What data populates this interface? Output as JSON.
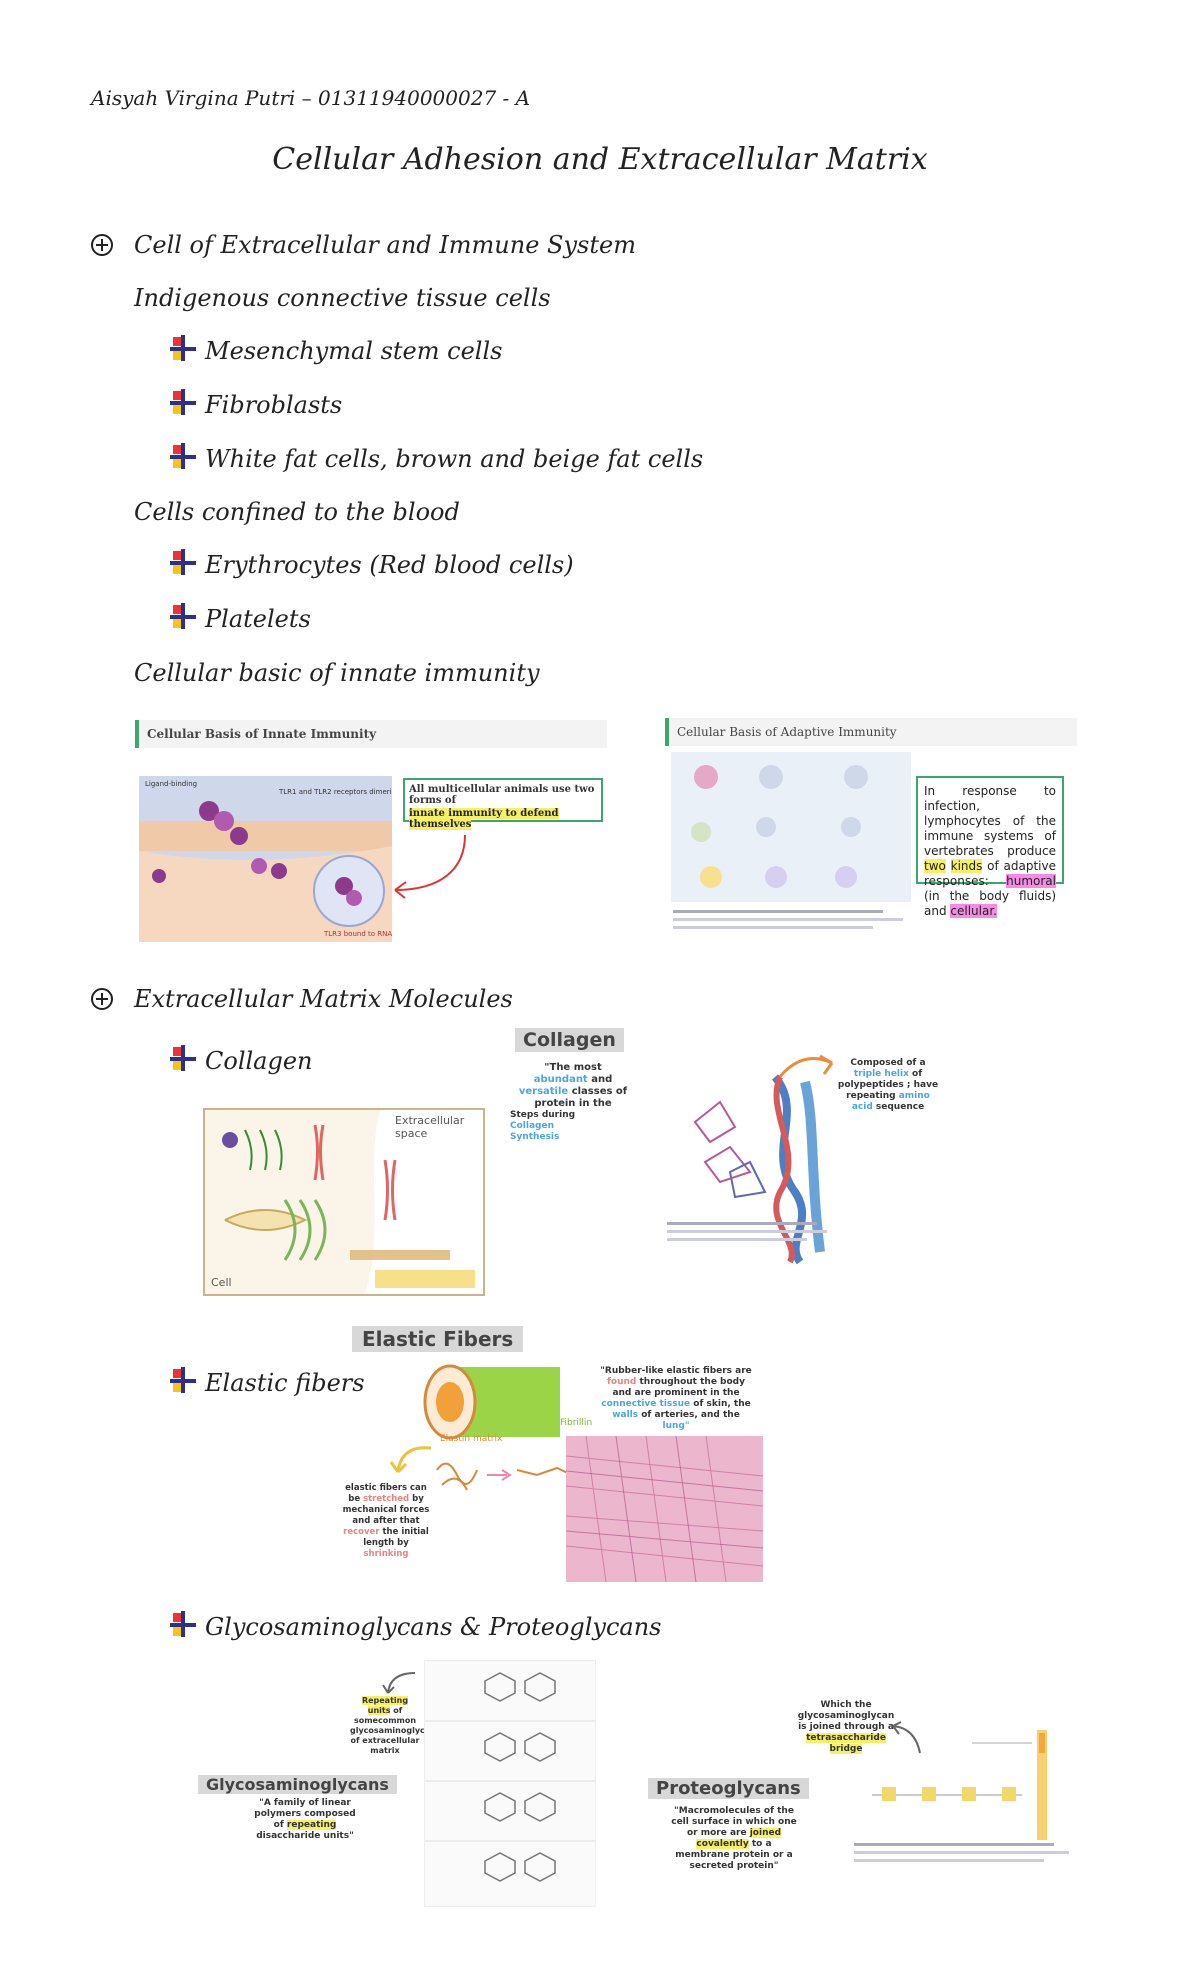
{
  "header": {
    "author": "Aisyah Virgina Putri – 01311940000027 - A",
    "title": "Cellular Adhesion and Extracellular Matrix"
  },
  "section1": {
    "heading": "Cell of Extracellular and Immune System",
    "group1": {
      "label": "Indigenous connective tissue cells",
      "items": [
        "Mesenchymal stem cells",
        "Fibroblasts",
        "White fat cells, brown and beige fat cells"
      ]
    },
    "group2": {
      "label": "Cells confined to the blood",
      "items": [
        "Erythrocytes (Red blood cells)",
        "Platelets"
      ]
    },
    "group3": {
      "label": "Cellular basic of innate immunity"
    },
    "fig_innate": {
      "header": "Cellular Basis of Innate Immunity",
      "callout_a": "All multicellular animals use two forms of",
      "callout_b": "innate immunity to defend themselves"
    },
    "fig_adaptive": {
      "header": "Cellular Basis of Adaptive Immunity",
      "text_a": "In response to infection, lymphocytes of the immune systems of vertebrates produce",
      "text_two": "two",
      "text_kinds": "kinds",
      "text_b": "of adaptive responses:",
      "text_humoral": "humoral",
      "text_c": "(in the body fluids) and",
      "text_cellular": "cellular."
    }
  },
  "section2": {
    "heading": "Extracellular Matrix Molecules",
    "collagen": {
      "label": "Collagen",
      "banner": "Collagen",
      "note1_a": "\"The most",
      "note1_b": "abundant",
      "note1_c": "and",
      "note1_d": "versatile",
      "note1_e": "classes of protein in the",
      "note2_a": "Steps during",
      "note2_b": "Collagen Synthesis",
      "note3_a": "Composed of a",
      "note3_b": "triple helix",
      "note3_c": "of polypeptides ; have repeating",
      "note3_d": "amino acid",
      "note3_e": "sequence",
      "diagram_label": "Extracellular space",
      "cell_label": "Cell"
    },
    "elastic": {
      "label": "Elastic fibers",
      "banner": "Elastic Fibers",
      "note1_a": "\"Rubber-like elastic fibers are",
      "note1_b": "found",
      "note1_c": "throughout the body and are prominent in the",
      "note1_d": "connective tissue",
      "note1_e": "of skin, the",
      "note1_f": "walls",
      "note1_g": "of arteries, and the",
      "note1_h": "lung\"",
      "note2_a": "elastic fibers can be",
      "note2_b": "stretched",
      "note2_c": "by mechanical forces and after that",
      "note2_d": "recover",
      "note2_e": "the initial length by",
      "note2_f": "shrinking",
      "lbl_matrix": "Elastin matrix",
      "lbl_fibrillin": "Fibrillin"
    },
    "gag": {
      "label": "Glycosaminoglycans & Proteoglycans",
      "banner_gag": "Glycosaminoglycans",
      "gag_note_a": "\"A family of linear polymers composed of",
      "gag_note_b": "repeating",
      "gag_note_c": "disaccharide units\"",
      "rep_note_a": "Repeating units",
      "rep_note_b": "of somecommon glycosaminoglycans of extracellular matrix",
      "banner_pg": "Proteoglycans",
      "pg_note_a": "\"Macromolecules of the cell surface in which one or more are",
      "pg_note_b": "joined covalently",
      "pg_note_c": "to a membrane protein or a secreted protein\"",
      "bridge_note_a": "Which the glycosaminoglycan is joined through a",
      "bridge_note_b": "tetrasaccharide bridge"
    }
  },
  "colors": {
    "bullet_blue": "#2d2f8e",
    "bullet_red": "#ee3333",
    "bullet_yellow": "#f5c518",
    "callout_border": "#3aa86a",
    "highlight_yellow": "#f6f066",
    "highlight_pink": "#f58be5"
  }
}
